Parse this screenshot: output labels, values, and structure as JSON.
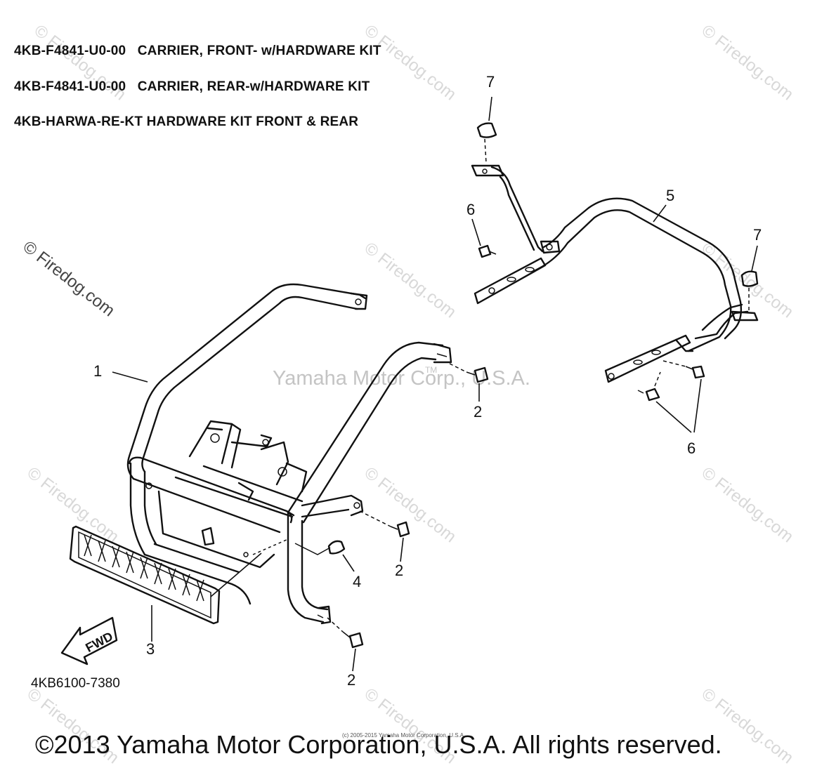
{
  "header": {
    "line1": "4KB-F4841-U0-00   CARRIER, FRONT- w/HARDWARE KIT",
    "line2": "4KB-F4841-U0-00   CARRIER, REAR-w/HARDWARE KIT",
    "line3": "4KB-HARWA-RE-KT HARDWARE KIT FRONT & REAR"
  },
  "callouts": {
    "c1": "1",
    "c2a": "2",
    "c2b": "2",
    "c2c": "2",
    "c3": "3",
    "c4": "4",
    "c5": "5",
    "c6a": "6",
    "c6b": "6",
    "c7a": "7",
    "c7b": "7"
  },
  "fwd_arrow_label": "FWD",
  "drawing_code": "4KB6100-7380",
  "center_watermark": "Yamaha Motor Corp., U.S.A.",
  "trademark": "TM",
  "watermark_text": "© Firedog.com",
  "fine_print": "(c) 2005-2015 Yamaha Motor Corporation, U.S.A.",
  "copyright": "©2013 Yamaha Motor Corporation, U.S.A. All rights reserved."
}
